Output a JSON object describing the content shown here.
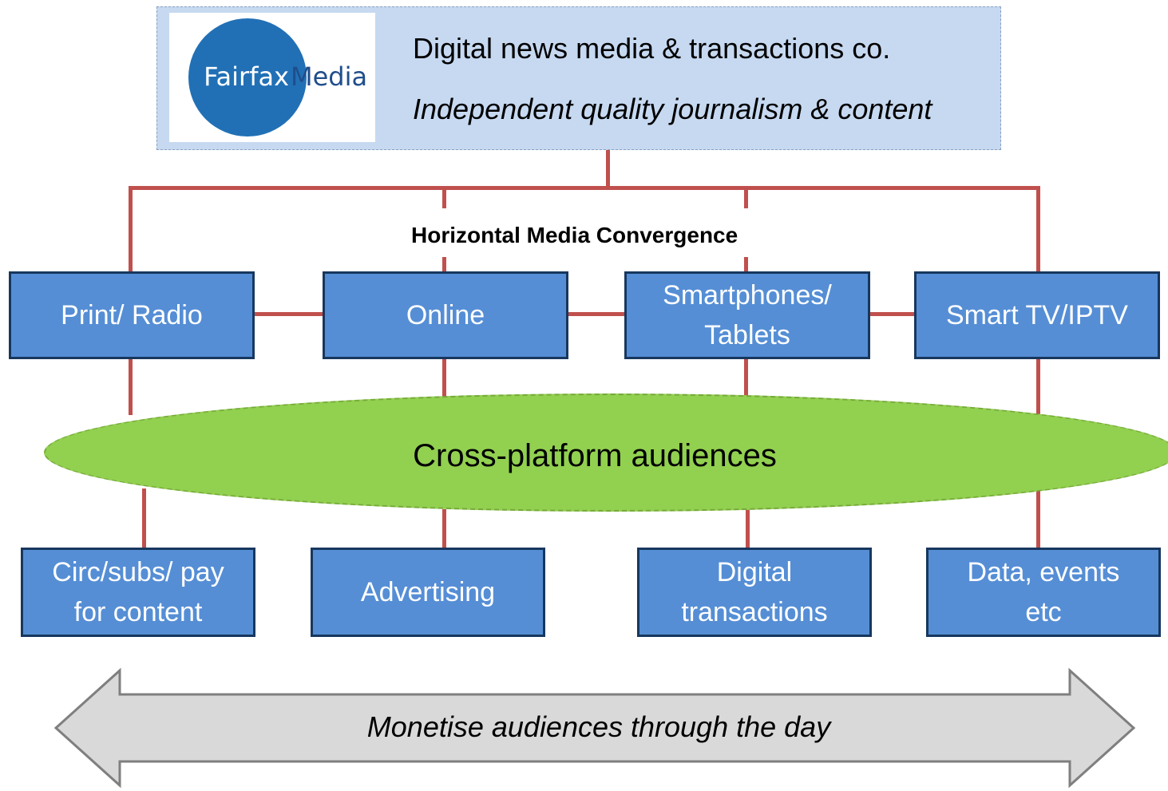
{
  "header": {
    "logo": {
      "word1": "Fairfax",
      "word2": "Media"
    },
    "title": "Digital news media & transactions co.",
    "subtitle": "Independent quality journalism & content"
  },
  "convergence_label": "Horizontal Media Convergence",
  "platforms": [
    {
      "label": "Print/ Radio"
    },
    {
      "label": "Online"
    },
    {
      "label": "Smartphones/ Tablets"
    },
    {
      "label": "Smart TV/IPTV"
    }
  ],
  "audience_label": "Cross-platform audiences",
  "revenue_streams": [
    {
      "label": "Circ/subs/ pay for content"
    },
    {
      "label": "Advertising"
    },
    {
      "label": "Digital transactions"
    },
    {
      "label": "Data, events etc"
    }
  ],
  "arrow_label": "Monetise audiences through the day",
  "colors": {
    "header_bg": "#c6d9f1",
    "box_fill": "#558ed5",
    "box_border": "#17375e",
    "connector": "#c0504d",
    "ellipse_fill": "#92d050",
    "arrow_fill": "#d9d9d9",
    "logo_circle": "#2170b6"
  }
}
